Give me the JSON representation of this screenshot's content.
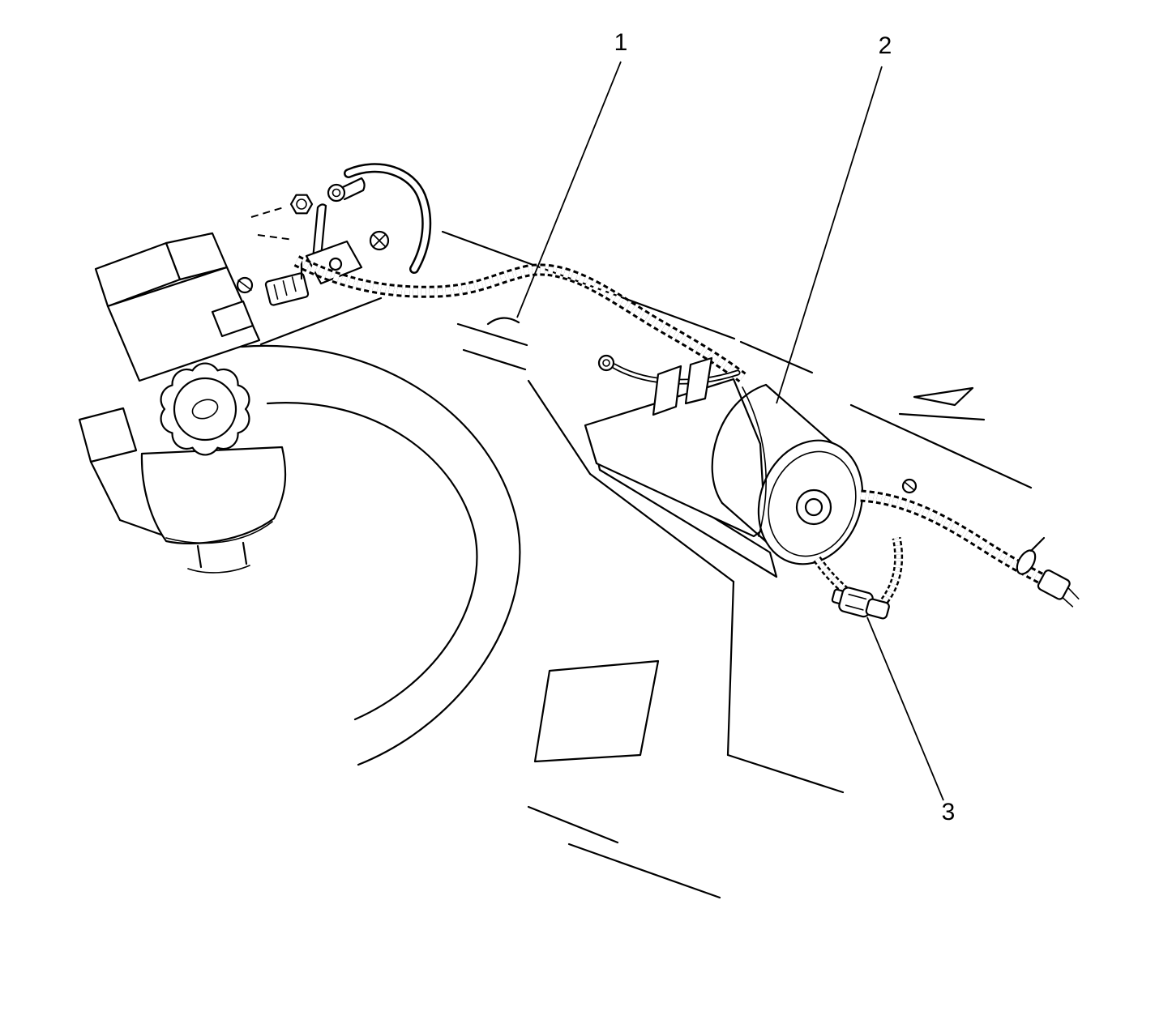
{
  "figure": {
    "type": "technical-line-diagram",
    "background_color": "#ffffff",
    "line_color": "#000000",
    "callouts": [
      {
        "label": "1",
        "points_to": "wiring-harness"
      },
      {
        "label": "2",
        "points_to": "actuator-module"
      },
      {
        "label": "3",
        "points_to": "electrical-connector"
      }
    ]
  }
}
